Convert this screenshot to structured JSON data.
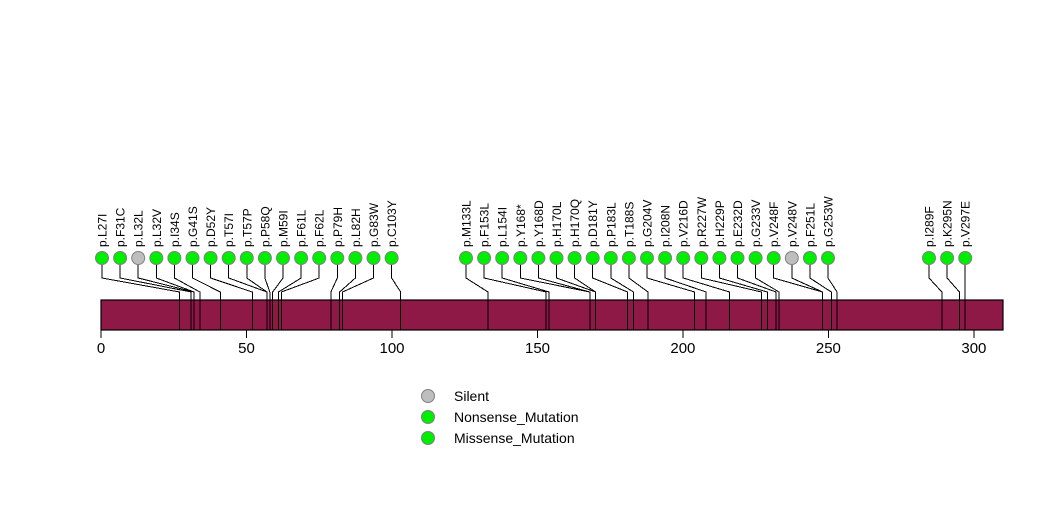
{
  "chart_data": {
    "type": "lollipop",
    "title": "",
    "xlabel": "",
    "ylabel": "",
    "xlim": [
      0,
      310
    ],
    "axis_ticks": [
      0,
      50,
      100,
      150,
      200,
      250,
      300
    ],
    "axis_tick_labels": [
      "0",
      "50",
      "100",
      "150",
      "200",
      "250",
      "300"
    ],
    "protein_length": 310,
    "protein_bar_color": "#8E1846",
    "grid": false,
    "legend_position": "bottom-center",
    "categories": [
      "p.L27I",
      "p.F31C",
      "p.L32L",
      "p.L32V",
      "p.I34S",
      "p.G41S",
      "p.D52Y",
      "p.T57I",
      "p.T57P",
      "p.P58Q",
      "p.M59I",
      "p.F61L",
      "p.F62L",
      "p.P79H",
      "p.L82H",
      "p.G83W",
      "p.C103Y",
      "p.M133L",
      "p.F153L",
      "p.L154I",
      "p.Y168*",
      "p.Y168D",
      "p.H170L",
      "p.H170Q",
      "p.D181Y",
      "p.P183L",
      "p.T188S",
      "p.G204V",
      "p.I208N",
      "p.V216D",
      "p.R227W",
      "p.H229P",
      "p.E232D",
      "p.G233V",
      "p.V248F",
      "p.V248V",
      "p.F251L",
      "p.G253W",
      "p.I289F",
      "p.K295N",
      "p.V297E"
    ],
    "mutations": [
      {
        "label": "p.L27I",
        "position": 27,
        "type": "Missense_Mutation",
        "color": "#00EE00"
      },
      {
        "label": "p.F31C",
        "position": 31,
        "type": "Missense_Mutation",
        "color": "#00EE00"
      },
      {
        "label": "p.L32L",
        "position": 32,
        "type": "Silent",
        "color": "#BEBEBE"
      },
      {
        "label": "p.L32V",
        "position": 32,
        "type": "Missense_Mutation",
        "color": "#00EE00"
      },
      {
        "label": "p.I34S",
        "position": 34,
        "type": "Missense_Mutation",
        "color": "#00EE00"
      },
      {
        "label": "p.G41S",
        "position": 41,
        "type": "Missense_Mutation",
        "color": "#00EE00"
      },
      {
        "label": "p.D52Y",
        "position": 52,
        "type": "Missense_Mutation",
        "color": "#00EE00"
      },
      {
        "label": "p.T57I",
        "position": 57,
        "type": "Missense_Mutation",
        "color": "#00EE00"
      },
      {
        "label": "p.T57P",
        "position": 57,
        "type": "Missense_Mutation",
        "color": "#00EE00"
      },
      {
        "label": "p.P58Q",
        "position": 58,
        "type": "Missense_Mutation",
        "color": "#00EE00"
      },
      {
        "label": "p.M59I",
        "position": 59,
        "type": "Missense_Mutation",
        "color": "#00EE00"
      },
      {
        "label": "p.F61L",
        "position": 61,
        "type": "Missense_Mutation",
        "color": "#00EE00"
      },
      {
        "label": "p.F62L",
        "position": 62,
        "type": "Missense_Mutation",
        "color": "#00EE00"
      },
      {
        "label": "p.P79H",
        "position": 79,
        "type": "Missense_Mutation",
        "color": "#00EE00"
      },
      {
        "label": "p.L82H",
        "position": 82,
        "type": "Missense_Mutation",
        "color": "#00EE00"
      },
      {
        "label": "p.G83W",
        "position": 83,
        "type": "Missense_Mutation",
        "color": "#00EE00"
      },
      {
        "label": "p.C103Y",
        "position": 103,
        "type": "Missense_Mutation",
        "color": "#00EE00"
      },
      {
        "label": "p.M133L",
        "position": 133,
        "type": "Missense_Mutation",
        "color": "#00EE00"
      },
      {
        "label": "p.F153L",
        "position": 153,
        "type": "Missense_Mutation",
        "color": "#00EE00"
      },
      {
        "label": "p.L154I",
        "position": 154,
        "type": "Missense_Mutation",
        "color": "#00EE00"
      },
      {
        "label": "p.Y168*",
        "position": 168,
        "type": "Nonsense_Mutation",
        "color": "#00EE00"
      },
      {
        "label": "p.Y168D",
        "position": 168,
        "type": "Missense_Mutation",
        "color": "#00EE00"
      },
      {
        "label": "p.H170L",
        "position": 170,
        "type": "Missense_Mutation",
        "color": "#00EE00"
      },
      {
        "label": "p.H170Q",
        "position": 170,
        "type": "Missense_Mutation",
        "color": "#00EE00"
      },
      {
        "label": "p.D181Y",
        "position": 181,
        "type": "Missense_Mutation",
        "color": "#00EE00"
      },
      {
        "label": "p.P183L",
        "position": 183,
        "type": "Missense_Mutation",
        "color": "#00EE00"
      },
      {
        "label": "p.T188S",
        "position": 188,
        "type": "Missense_Mutation",
        "color": "#00EE00"
      },
      {
        "label": "p.G204V",
        "position": 204,
        "type": "Missense_Mutation",
        "color": "#00EE00"
      },
      {
        "label": "p.I208N",
        "position": 208,
        "type": "Missense_Mutation",
        "color": "#00EE00"
      },
      {
        "label": "p.V216D",
        "position": 216,
        "type": "Missense_Mutation",
        "color": "#00EE00"
      },
      {
        "label": "p.R227W",
        "position": 227,
        "type": "Missense_Mutation",
        "color": "#00EE00"
      },
      {
        "label": "p.H229P",
        "position": 229,
        "type": "Missense_Mutation",
        "color": "#00EE00"
      },
      {
        "label": "p.E232D",
        "position": 232,
        "type": "Missense_Mutation",
        "color": "#00EE00"
      },
      {
        "label": "p.G233V",
        "position": 233,
        "type": "Missense_Mutation",
        "color": "#00EE00"
      },
      {
        "label": "p.V248F",
        "position": 248,
        "type": "Missense_Mutation",
        "color": "#00EE00"
      },
      {
        "label": "p.V248V",
        "position": 248,
        "type": "Silent",
        "color": "#BEBEBE"
      },
      {
        "label": "p.F251L",
        "position": 251,
        "type": "Missense_Mutation",
        "color": "#00EE00"
      },
      {
        "label": "p.G253W",
        "position": 253,
        "type": "Missense_Mutation",
        "color": "#00EE00"
      },
      {
        "label": "p.I289F",
        "position": 289,
        "type": "Missense_Mutation",
        "color": "#00EE00"
      },
      {
        "label": "p.K295N",
        "position": 295,
        "type": "Missense_Mutation",
        "color": "#00EE00"
      },
      {
        "label": "p.V297E",
        "position": 297,
        "type": "Missense_Mutation",
        "color": "#00EE00"
      }
    ],
    "values": [
      27,
      31,
      32,
      32,
      34,
      41,
      52,
      57,
      57,
      58,
      59,
      61,
      62,
      79,
      82,
      83,
      103,
      133,
      153,
      154,
      168,
      168,
      170,
      170,
      181,
      183,
      188,
      204,
      208,
      216,
      227,
      229,
      232,
      233,
      248,
      248,
      251,
      253,
      289,
      295,
      297
    ],
    "legend": [
      {
        "label": "Silent",
        "color": "#BEBEBE"
      },
      {
        "label": "Nonsense_Mutation",
        "color": "#00EE00"
      },
      {
        "label": "Missense_Mutation",
        "color": "#00EE00"
      }
    ]
  }
}
